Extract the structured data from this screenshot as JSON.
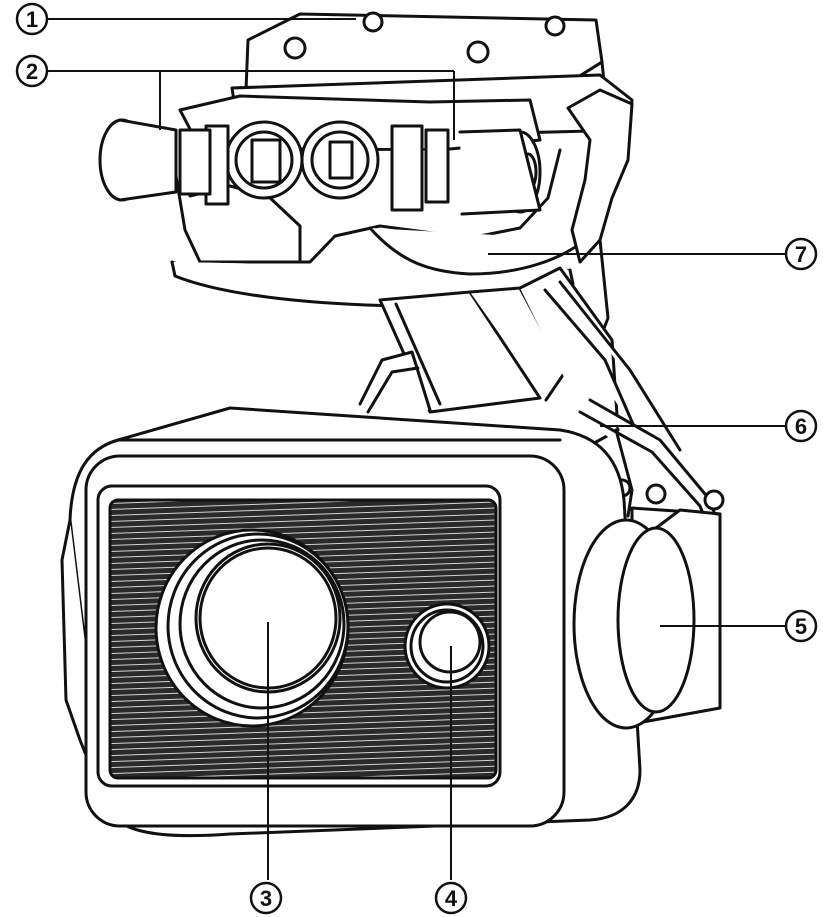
{
  "callouts": [
    {
      "id": "1",
      "label": "①"
    },
    {
      "id": "2",
      "label": "②"
    },
    {
      "id": "3",
      "label": "③"
    },
    {
      "id": "4",
      "label": "④"
    },
    {
      "id": "5",
      "label": "⑤"
    },
    {
      "id": "6",
      "label": "⑥"
    },
    {
      "id": "7",
      "label": "⑦"
    }
  ],
  "colors": {
    "line": "#111111",
    "fill": "#ffffff",
    "grille": "#2a2a2a"
  }
}
